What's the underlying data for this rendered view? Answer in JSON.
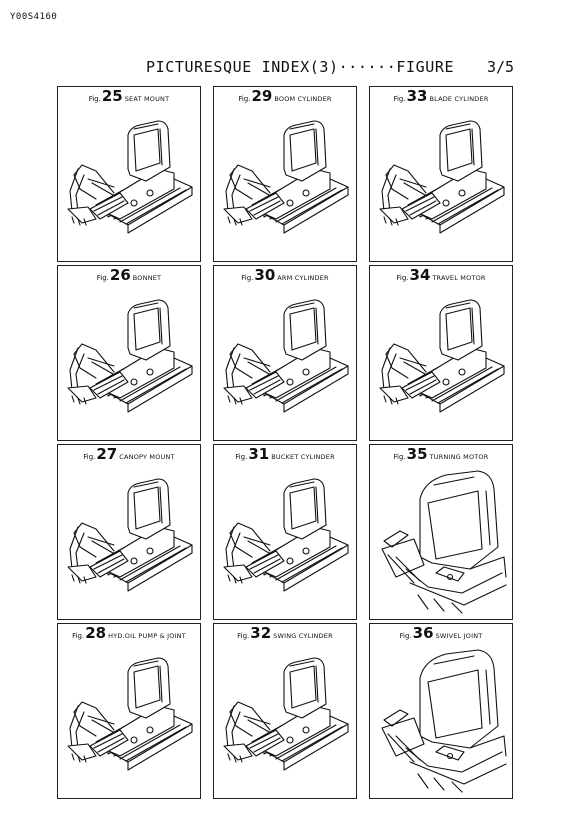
{
  "doc_code": "Y00S4160",
  "title": "PICTURESQUE INDEX(3)······FIGURE",
  "page": "3/5",
  "figures": [
    {
      "prefix": "Fig.",
      "num": "25",
      "label": "SEAT MOUNT"
    },
    {
      "prefix": "Fig.",
      "num": "26",
      "label": "BONNET"
    },
    {
      "prefix": "Fig.",
      "num": "27",
      "label": "CANOPY MOUNT"
    },
    {
      "prefix": "Fig.",
      "num": "28",
      "label": "HYD.OIL PUMP & JOINT"
    },
    {
      "prefix": "Fig.",
      "num": "29",
      "label": "BOOM CYLINDER"
    },
    {
      "prefix": "Fig.",
      "num": "30",
      "label": "ARM CYLINDER"
    },
    {
      "prefix": "Fig.",
      "num": "31",
      "label": "BUCKET CYLINDER"
    },
    {
      "prefix": "Fig.",
      "num": "32",
      "label": "SWING CYLINDER"
    },
    {
      "prefix": "Fig.",
      "num": "33",
      "label": "BLADE CYLINDER"
    },
    {
      "prefix": "Fig.",
      "num": "34",
      "label": "TRAVEL MOTOR"
    },
    {
      "prefix": "Fig.",
      "num": "35",
      "label": "TURNING MOTOR"
    },
    {
      "prefix": "Fig.",
      "num": "36",
      "label": "SWIVEL JOINT"
    }
  ]
}
